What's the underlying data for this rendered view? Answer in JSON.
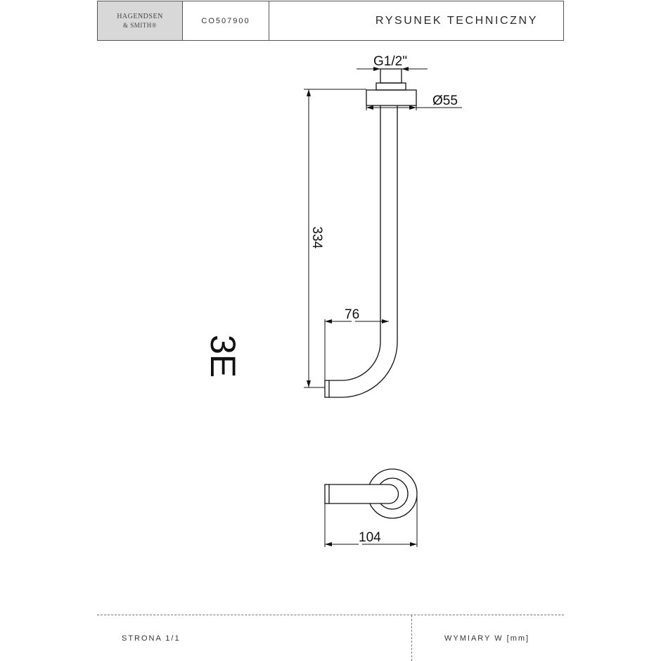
{
  "header": {
    "brand_line1": "HAGENDSEN",
    "brand_line2": "& SMITH®",
    "product_code": "CO507900",
    "title": "RYSUNEK TECHNICZNY"
  },
  "drawing": {
    "thread_label": "G1/2\"",
    "flange_diameter_label": "Ø55",
    "height_label": "334",
    "offset_label": "76",
    "depth_label": "104",
    "view_marker": "3E"
  },
  "footer": {
    "page_label": "STRONA 1/1",
    "units_label": "WYMIARY W [mm]"
  },
  "colors": {
    "line": "#111111",
    "border": "#555555",
    "logo_bg": "#d8d8d8"
  }
}
